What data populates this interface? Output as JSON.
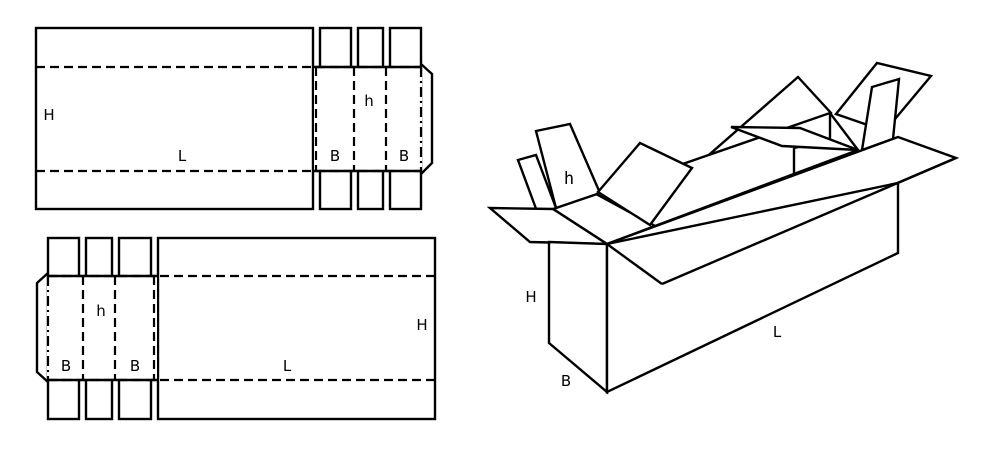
{
  "labels": {
    "top_net": {
      "H": "H",
      "L": "L",
      "B1": "B",
      "h": "h",
      "B2": "B"
    },
    "bottom_net": {
      "B1": "B",
      "h": "h",
      "B2": "B",
      "L": "L",
      "H": "H"
    },
    "box": {
      "h": "h",
      "H": "H",
      "B": "B",
      "L": "L"
    }
  },
  "colors": {
    "stroke": "#000000",
    "background": "#ffffff"
  }
}
